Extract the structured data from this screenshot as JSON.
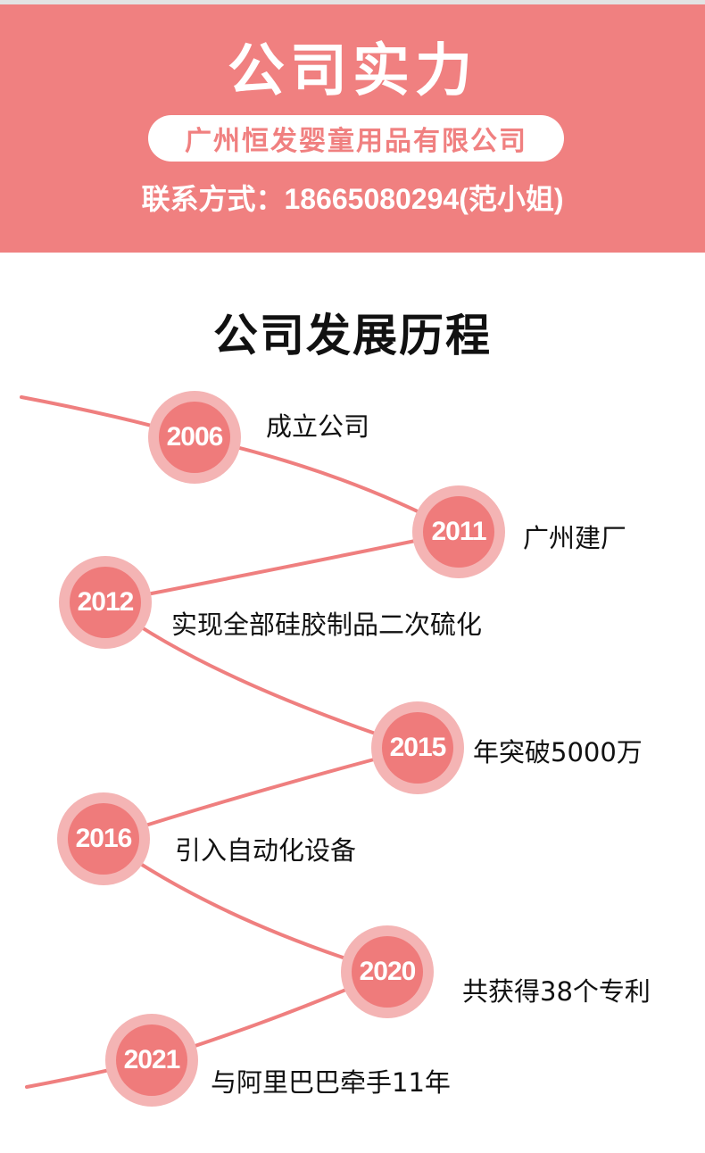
{
  "header": {
    "title": "公司实力",
    "company": "广州恒发婴童用品有限公司",
    "contact": "联系方式：18665080294(范小姐)",
    "bg_color": "#f08080"
  },
  "timeline": {
    "title": "公司发展历程",
    "line_color": "#ef7f7f",
    "items": [
      {
        "year": "2006",
        "event": "成立公司"
      },
      {
        "year": "2011",
        "event": "广州建厂"
      },
      {
        "year": "2012",
        "event": "实现全部硅胶制品二次硫化"
      },
      {
        "year": "2015",
        "event": "年突破5000万"
      },
      {
        "year": "2016",
        "event": "引入自动化设备"
      },
      {
        "year": "2020",
        "event": "共获得38个专利"
      },
      {
        "year": "2021",
        "event": "与阿里巴巴牵手11年"
      }
    ]
  }
}
